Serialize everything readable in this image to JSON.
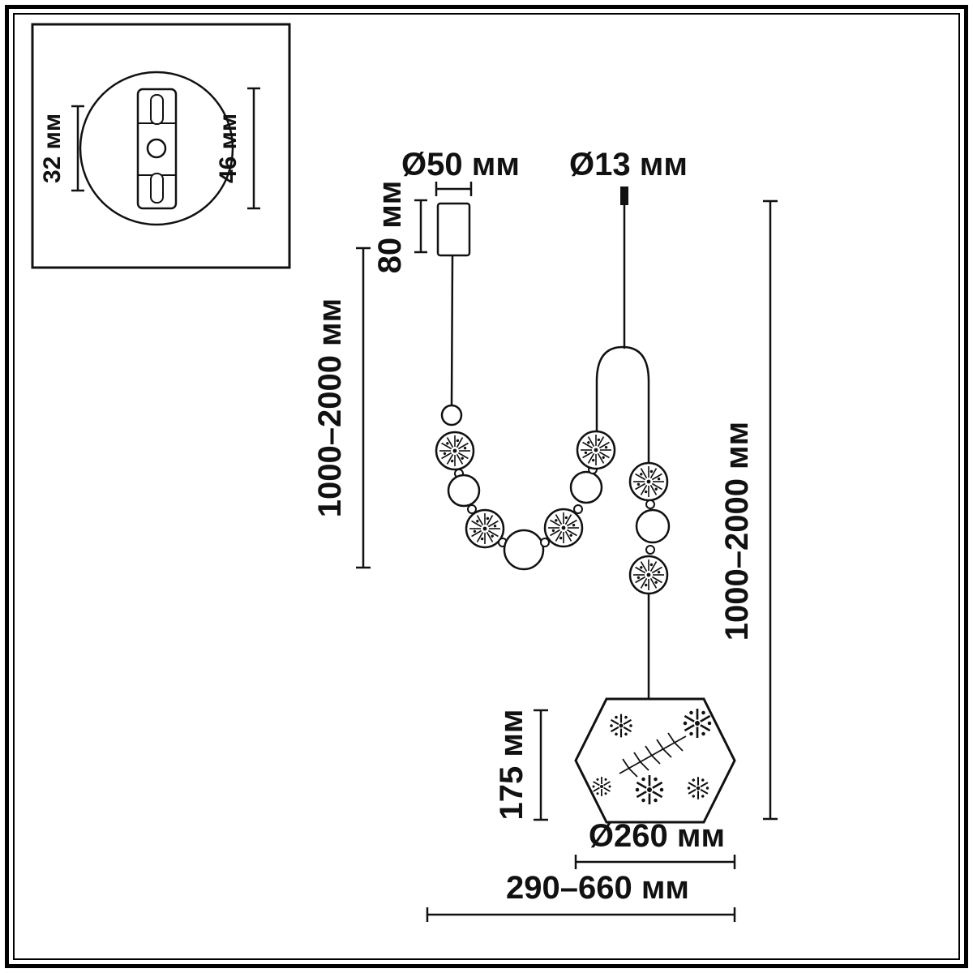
{
  "inset": {
    "plate_slot_distance": "32 мм",
    "plate_length": "46 мм"
  },
  "dimensions": {
    "canopy_diameter": "Ø50 мм",
    "canopy_height": "80 мм",
    "left_cable_range": "1000–2000 мм",
    "hook_diameter": "Ø13 мм",
    "right_cable_range": "1000–2000 мм",
    "shade_height": "175 мм",
    "shade_diameter": "Ø260 мм",
    "overall_width": "290–660 мм"
  },
  "colors": {
    "line": "#111111",
    "background": "#ffffff"
  }
}
